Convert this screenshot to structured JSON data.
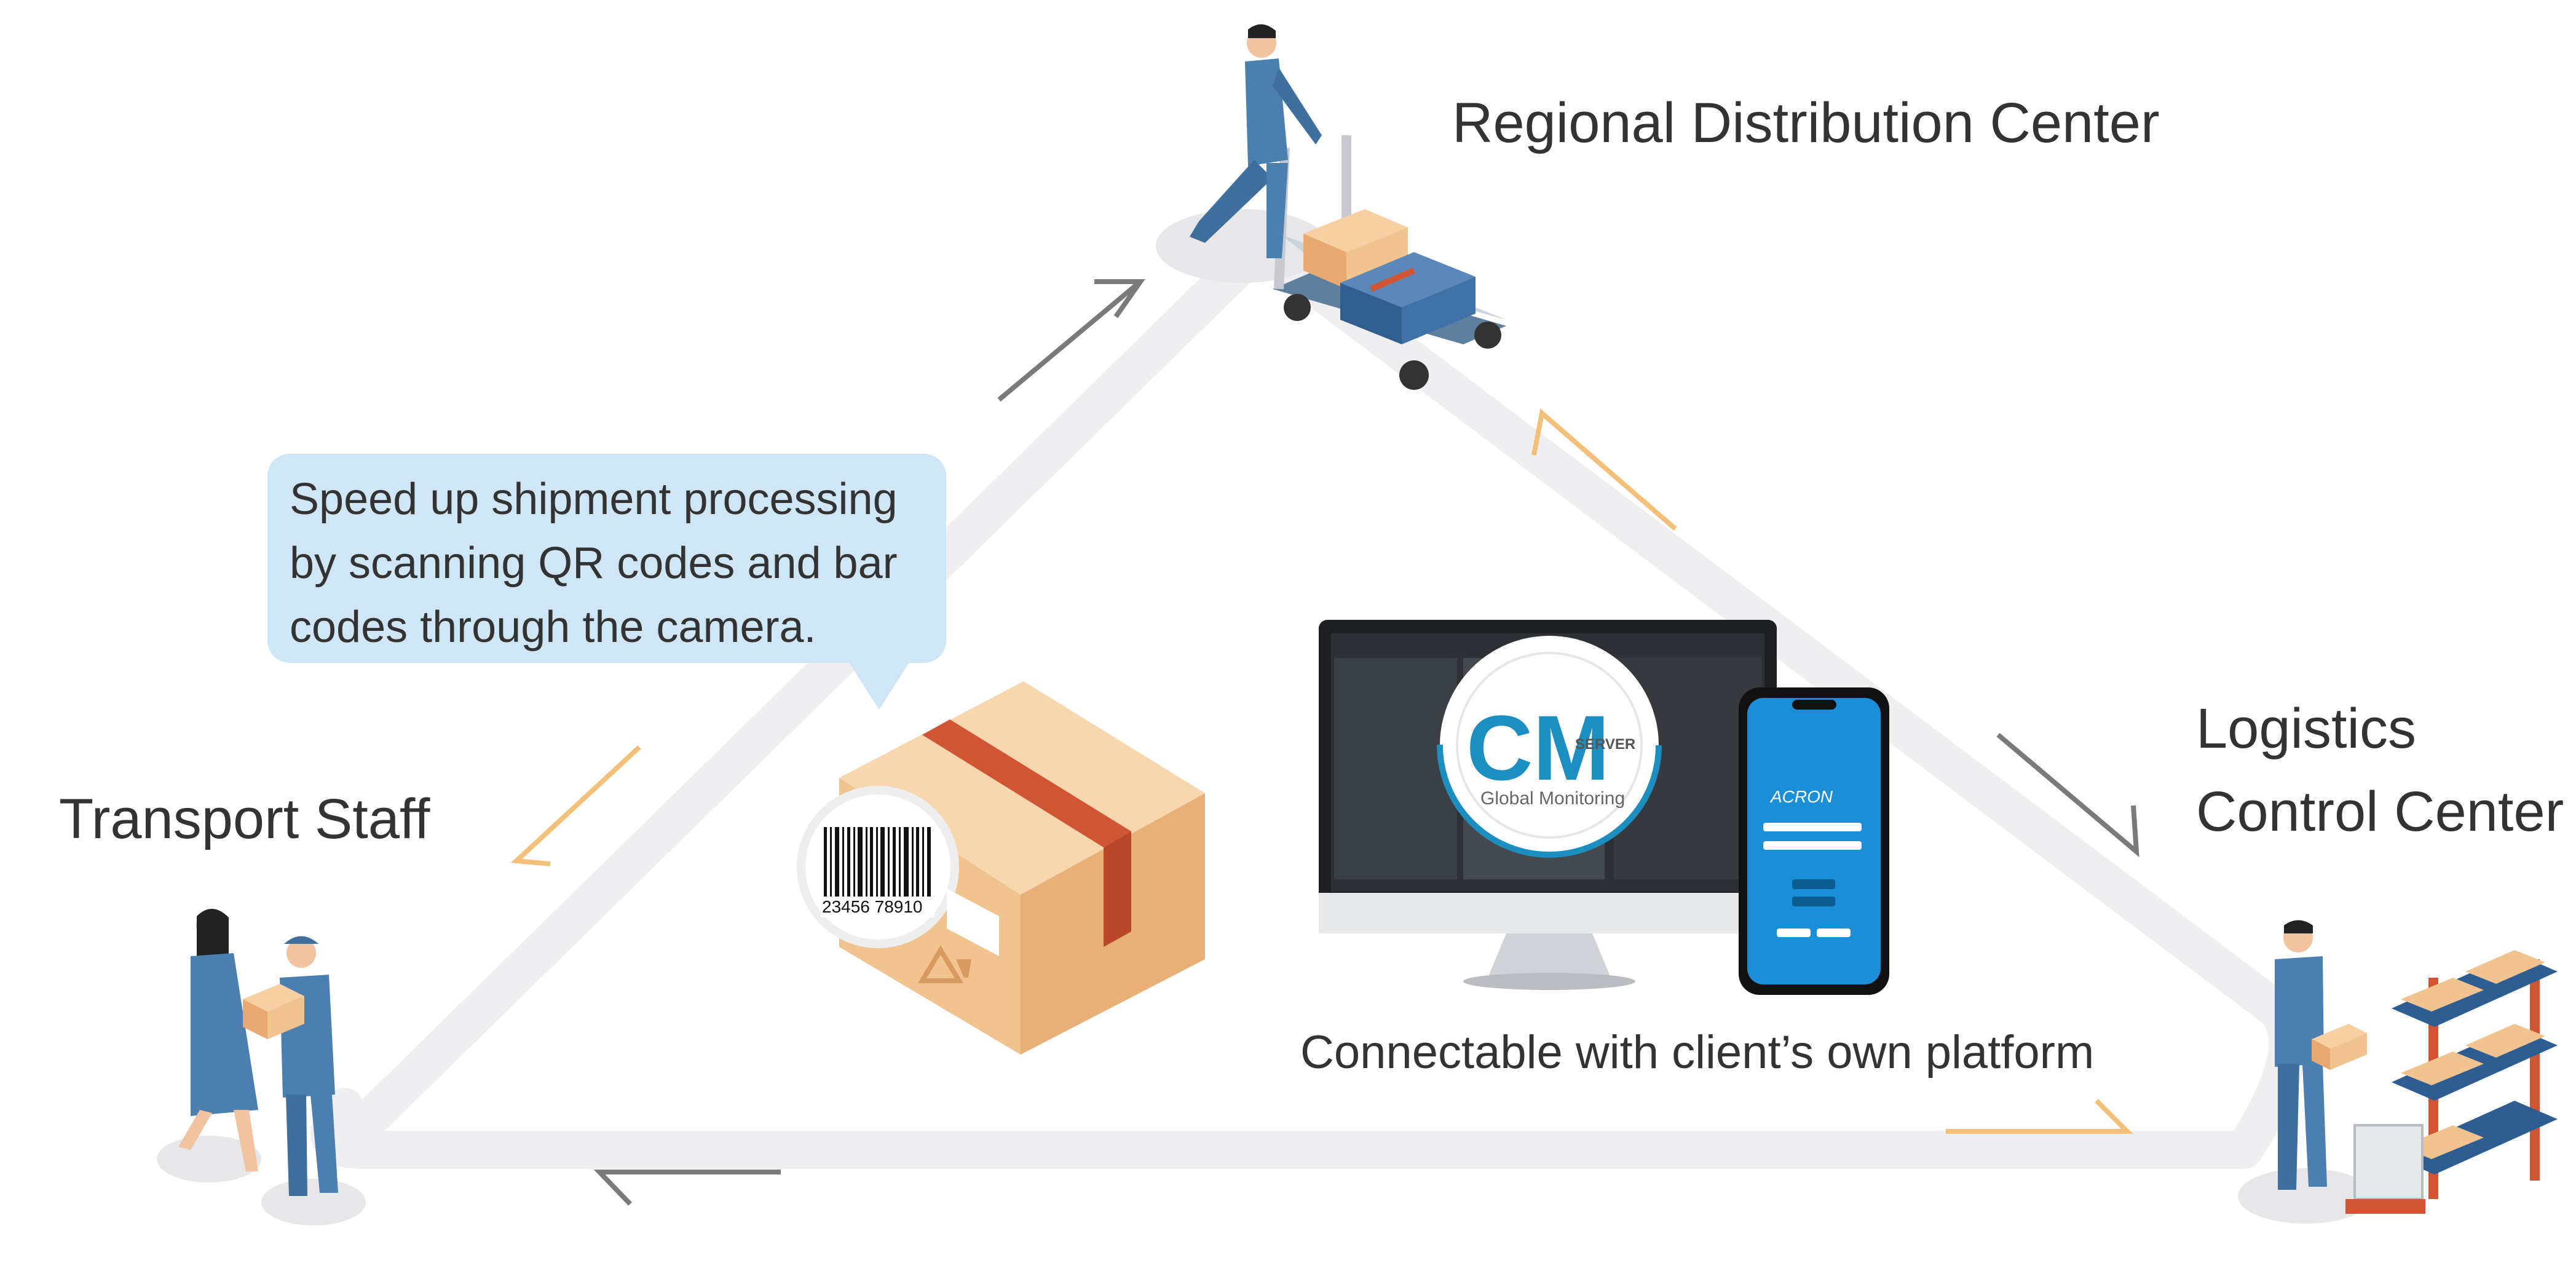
{
  "nodes": {
    "regional_distribution_center": "Regional Distribution Center",
    "logistics_control_center_line1": "Logistics",
    "logistics_control_center_line2": "Control Center",
    "transport_staff": "Transport Staff"
  },
  "callout": {
    "line1": "Speed up shipment processing",
    "line2": "by scanning QR codes and bar",
    "line3": "codes through the camera."
  },
  "platform_caption": "Connectable with client’s own platform",
  "barcode_number": "23456 78910",
  "server_logo": {
    "letters": "CM",
    "tag": "SERVER",
    "subtitle": "Global Monitoring"
  },
  "phone_brand": "ACRON",
  "colors": {
    "track": "#efeff1",
    "callout_bg": "#cfe6f6",
    "worker_blue": "#4a7fb0",
    "box_tan": "#f1c38f",
    "tape_red": "#cf5535",
    "arrow_orange": "#f2c078",
    "arrow_gray": "#7a7a7a",
    "logo_teal": "#1c8fc0"
  }
}
